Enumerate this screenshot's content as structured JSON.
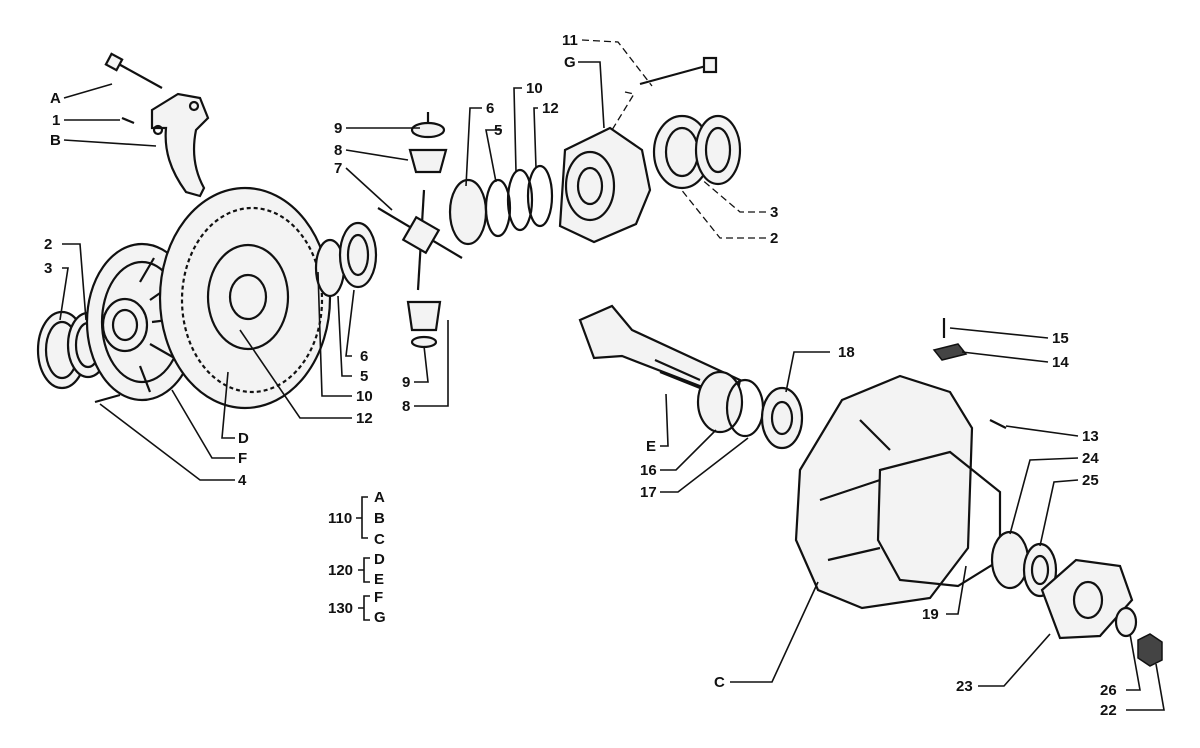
{
  "diagram": {
    "callouts": [
      {
        "id": "A",
        "text": "A"
      },
      {
        "id": "1a",
        "text": "1"
      },
      {
        "id": "B",
        "text": "B"
      },
      {
        "id": "2a",
        "text": "2"
      },
      {
        "id": "3a",
        "text": "3"
      },
      {
        "id": "4",
        "text": "4"
      },
      {
        "id": "F",
        "text": "F"
      },
      {
        "id": "D",
        "text": "D"
      },
      {
        "id": "12a",
        "text": "12"
      },
      {
        "id": "10a",
        "text": "10"
      },
      {
        "id": "5a",
        "text": "5"
      },
      {
        "id": "6a",
        "text": "6"
      },
      {
        "id": "9a",
        "text": "9"
      },
      {
        "id": "8a",
        "text": "8"
      },
      {
        "id": "7",
        "text": "7"
      },
      {
        "id": "9b",
        "text": "9"
      },
      {
        "id": "8b",
        "text": "8"
      },
      {
        "id": "6b",
        "text": "6"
      },
      {
        "id": "5b",
        "text": "5"
      },
      {
        "id": "10b",
        "text": "10"
      },
      {
        "id": "12b",
        "text": "12"
      },
      {
        "id": "G",
        "text": "G"
      },
      {
        "id": "11",
        "text": "11"
      },
      {
        "id": "3b",
        "text": "3"
      },
      {
        "id": "2b",
        "text": "2"
      },
      {
        "id": "18",
        "text": "18"
      },
      {
        "id": "15",
        "text": "15"
      },
      {
        "id": "14",
        "text": "14"
      },
      {
        "id": "13",
        "text": "13"
      },
      {
        "id": "24",
        "text": "24"
      },
      {
        "id": "25",
        "text": "25"
      },
      {
        "id": "E",
        "text": "E"
      },
      {
        "id": "16",
        "text": "16"
      },
      {
        "id": "17",
        "text": "17"
      },
      {
        "id": "19",
        "text": "19"
      },
      {
        "id": "C",
        "text": "C"
      },
      {
        "id": "23",
        "text": "23"
      },
      {
        "id": "26",
        "text": "26"
      },
      {
        "id": "22",
        "text": "22"
      }
    ],
    "groups": [
      {
        "code": "110",
        "letters": [
          "A",
          "B",
          "C"
        ]
      },
      {
        "code": "120",
        "letters": [
          "D",
          "E"
        ]
      },
      {
        "code": "130",
        "letters": [
          "F",
          "G"
        ]
      }
    ]
  }
}
